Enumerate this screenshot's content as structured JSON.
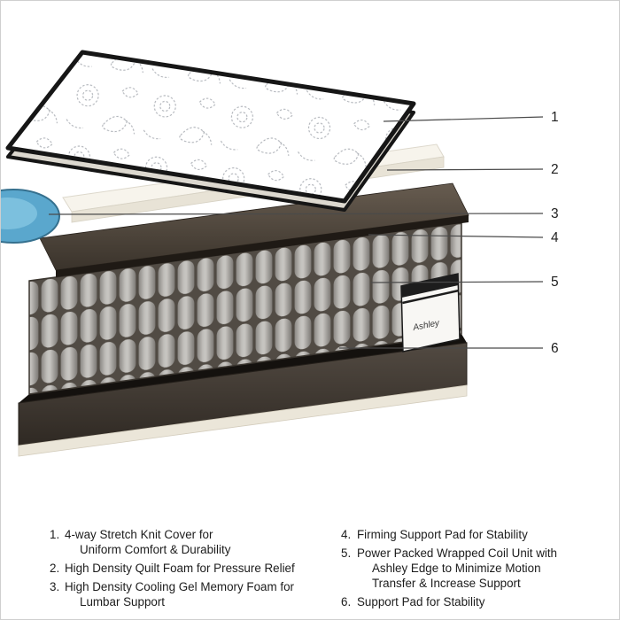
{
  "figure": {
    "callouts": [
      "1",
      "2",
      "3",
      "4",
      "5",
      "6"
    ],
    "badge_label": "Ashley",
    "colors": {
      "cover_edge": "#161616",
      "quilt_stitch": "#9fa3aa",
      "foam": "#f7f4ec",
      "gel": "#5aa7cd",
      "pad_dark": "#3a332b",
      "coil_fabric": "#d2d0cc",
      "slab_bottom": "#ebe6d9"
    }
  },
  "legend": {
    "items_left": [
      {
        "num": "1.",
        "text": "4-way Stretch Knit Cover for\nUniform Comfort & Durability"
      },
      {
        "num": "2.",
        "text": "High Density Quilt Foam for Pressure Relief"
      },
      {
        "num": "3.",
        "text": "High Density Cooling Gel Memory Foam for\nLumbar Support"
      }
    ],
    "items_right": [
      {
        "num": "4.",
        "text": "Firming Support Pad for Stability"
      },
      {
        "num": "5.",
        "text": "Power Packed Wrapped Coil Unit with\nAshley Edge to Minimize Motion\nTransfer & Increase Support"
      },
      {
        "num": "6.",
        "text": "Support Pad for Stability"
      }
    ]
  }
}
